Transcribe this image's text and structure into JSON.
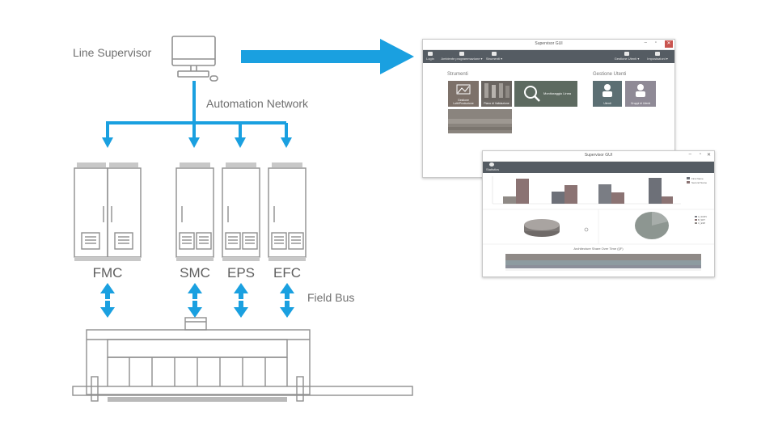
{
  "labels": {
    "line_supervisor": "Line Supervisor",
    "automation_network": "Automation Network",
    "field_bus": "Field Bus"
  },
  "cabinets": [
    {
      "id": "fmc",
      "label": "FMC"
    },
    {
      "id": "smc",
      "label": "SMC"
    },
    {
      "id": "eps",
      "label": "EPS"
    },
    {
      "id": "efc",
      "label": "EFC"
    }
  ],
  "colors": {
    "accent_blue": "#1aa0e0",
    "line_gray": "#8f8f8f",
    "label_gray": "#6f6f6f"
  },
  "gui_window": {
    "title": "Supervisor GUI",
    "toolbar": {
      "login": "Login",
      "ambiente": "Ambiente programmazione ▾",
      "strumenti": "Strumenti ▾",
      "gestione_utenti": "Gestione Utenti ▾",
      "impostazioni": "Impostazioni ▾"
    },
    "section_strumenti": "Strumenti",
    "section_gestione": "Gestione Utenti",
    "tiles": {
      "t1": "Gestione Lotti/Produzione",
      "t2": "Piano di Validazione",
      "t3": "Monitoraggio Linea",
      "t4": "Utenti",
      "t5": "Gruppi di Utenti"
    }
  },
  "gui_window2": {
    "title": "Supervisor GUI",
    "toolbar_label": "Statistics",
    "line_chart_title": "Architecture Share Over Time (§F)",
    "legend_bar": [
      "First Name",
      "Second Name"
    ],
    "legend_pie": [
      "A_SURV",
      "B_SRT",
      "C_ESP"
    ]
  }
}
